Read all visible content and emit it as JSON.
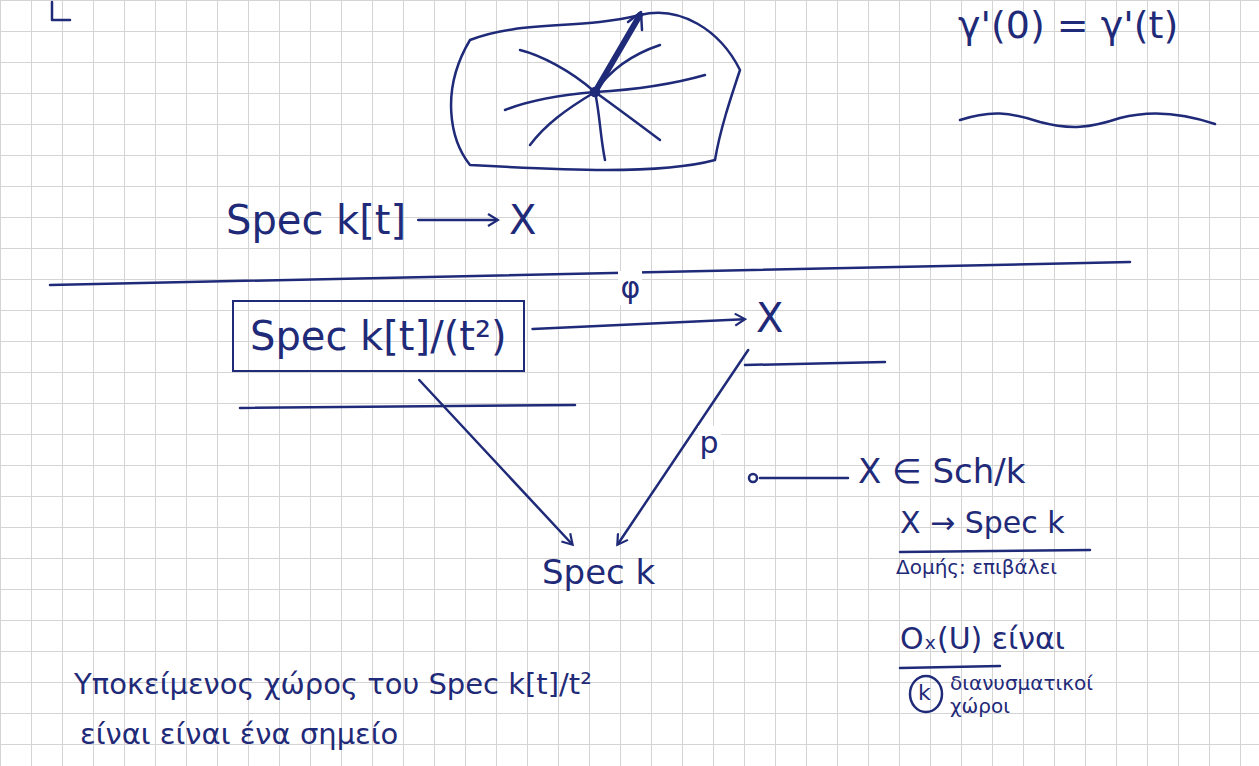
{
  "diagram": {
    "nodes": [
      {
        "text": [
          "Spec k[t]"
        ]
      },
      {
        "text": [
          "X"
        ]
      },
      {
        "text": [
          "Spec k[t]/(t²)"
        ]
      },
      {
        "text": [
          "X"
        ]
      },
      {
        "text": [
          "Spec k"
        ]
      }
    ],
    "edges": [
      {
        "from": 0,
        "to": 1,
        "arrow": "to"
      },
      {
        "from": 2,
        "to": 3,
        "label": "φ",
        "arrow": "to"
      },
      {
        "from": 2,
        "to": 4,
        "arrow": "to"
      },
      {
        "from": 3,
        "to": 4,
        "label": "p",
        "arrow": "to"
      }
    ],
    "labels": [
      "γ'(0) = γ'(t)",
      "X ∈ Sch/k",
      "X → Spec k",
      "Δομής: επιβάλει",
      "Oₓ(U) είναι",
      "k",
      "διανυσματικοί χώροι",
      "Υποκείμενος χώρος του Spec k[t]/t²",
      "είναι είναι ένα σημείο"
    ]
  }
}
